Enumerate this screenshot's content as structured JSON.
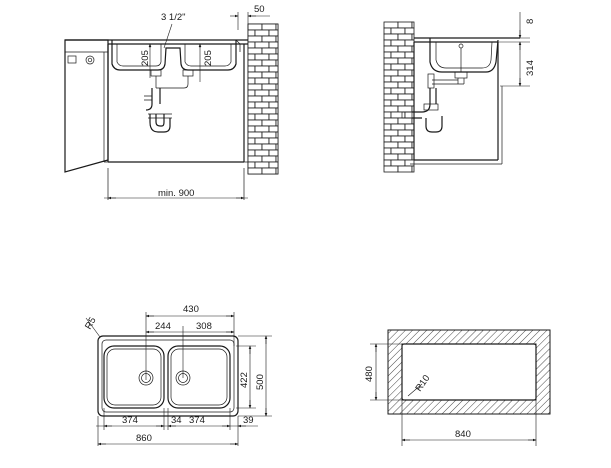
{
  "front_view": {
    "pipe_label": "3 1/2\"",
    "top_offset": "50",
    "left_height": "205",
    "right_height": "205",
    "width_label": "min. 900"
  },
  "side_view": {
    "rim_height": "8",
    "depth": "314"
  },
  "top_view": {
    "radius": "R5",
    "overall_top": "430",
    "bowl_left": "244",
    "bowl_right": "308",
    "inner_depth": "422",
    "outer_depth": "500",
    "bottom_left": "374",
    "bottom_gap": "34",
    "bottom_right": "374",
    "bottom_edge": "39",
    "overall_width": "860"
  },
  "cutout": {
    "height": "480",
    "radius": "R10",
    "width": "840"
  }
}
